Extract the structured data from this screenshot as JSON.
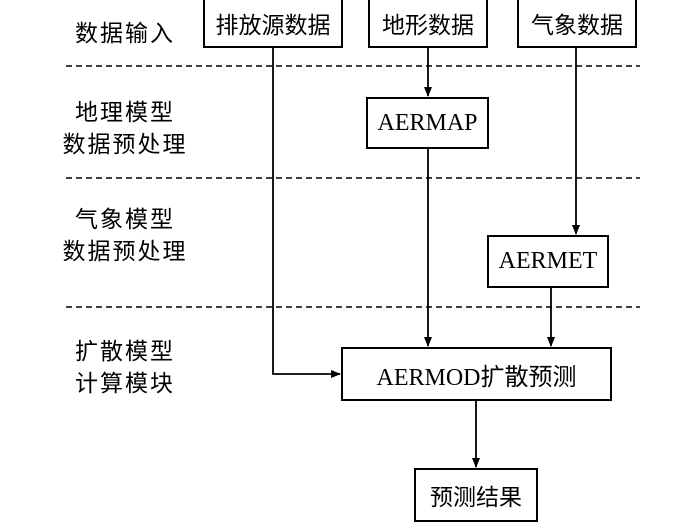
{
  "stages": [
    {
      "id": "input",
      "lines": [
        "数据输入"
      ]
    },
    {
      "id": "terrain",
      "lines": [
        "地理模型",
        "数据预处理"
      ]
    },
    {
      "id": "meteo",
      "lines": [
        "气象模型",
        "数据预处理"
      ]
    },
    {
      "id": "dispersion",
      "lines": [
        "扩散模型",
        "计算模块"
      ]
    }
  ],
  "boxes": {
    "emission": "排放源数据",
    "terrain_data": "地形数据",
    "meteo_data": "气象数据",
    "aermap": "AERMAP",
    "aermet": "AERMET",
    "aermod": "AERMOD扩散预测",
    "result": "预测结果"
  },
  "colors": {
    "line": "#000000",
    "background": "#ffffff"
  }
}
